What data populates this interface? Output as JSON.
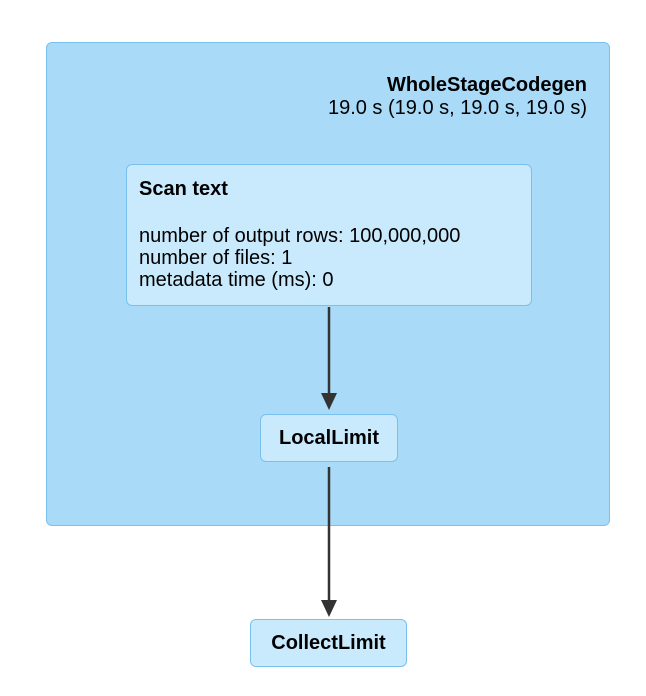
{
  "cluster": {
    "title": "WholeStageCodegen",
    "metric": "19.0 s (19.0 s, 19.0 s, 19.0 s)"
  },
  "nodes": {
    "scan": {
      "title": "Scan text",
      "metrics": [
        "number of output rows: 100,000,000",
        "number of files: 1",
        "metadata time (ms): 0"
      ]
    },
    "local_limit": {
      "title": "LocalLimit"
    },
    "collect_limit": {
      "title": "CollectLimit"
    }
  },
  "colors": {
    "cluster_fill": "#a9daf8",
    "node_fill": "#c9e9fc",
    "border": "#79c1ec",
    "edge": "#333333"
  }
}
